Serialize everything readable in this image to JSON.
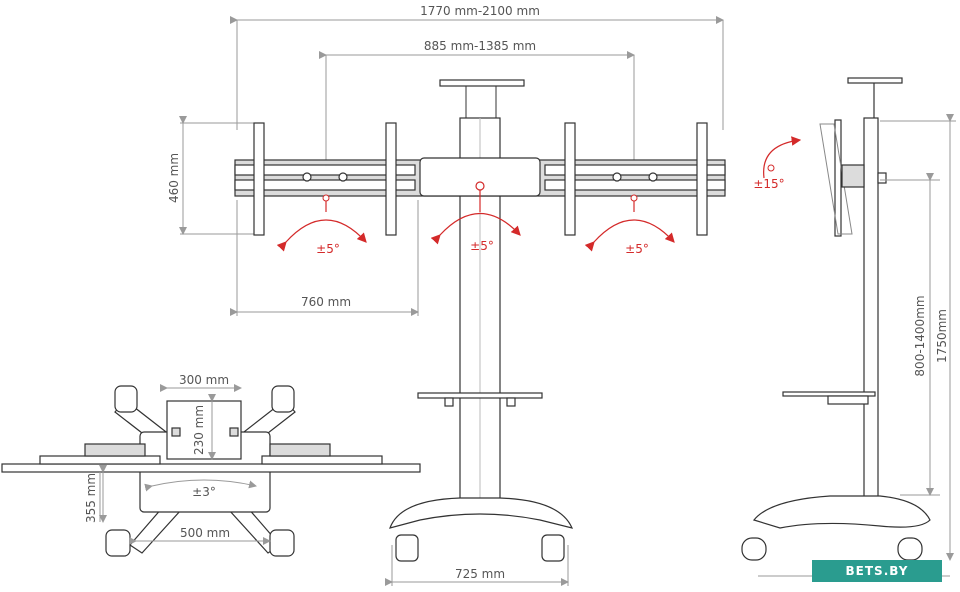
{
  "dimensions": {
    "total_width": "1770 mm-2100 mm",
    "vesa_span": "885 mm-1385 mm",
    "bracket_height": "460 mm",
    "bracket_width": "760 mm",
    "base_width": "725 mm",
    "height_range": "800-1400mm",
    "total_height": "1750mm",
    "top_plate_width": "300 mm",
    "top_plate_depth": "230 mm",
    "base_length": "500 mm",
    "base_depth": "355 mm"
  },
  "rotations": {
    "left_tilt": "±5°",
    "center_tilt": "±5°",
    "right_tilt": "±5°",
    "side_tilt": "±15°",
    "base_swivel": "±3°"
  },
  "watermark": "BETS.BY",
  "colors": {
    "outline": "#333333",
    "dimension": "#9a9a9a",
    "rotation": "#d42a2a",
    "watermark": "#2a9c8f"
  }
}
